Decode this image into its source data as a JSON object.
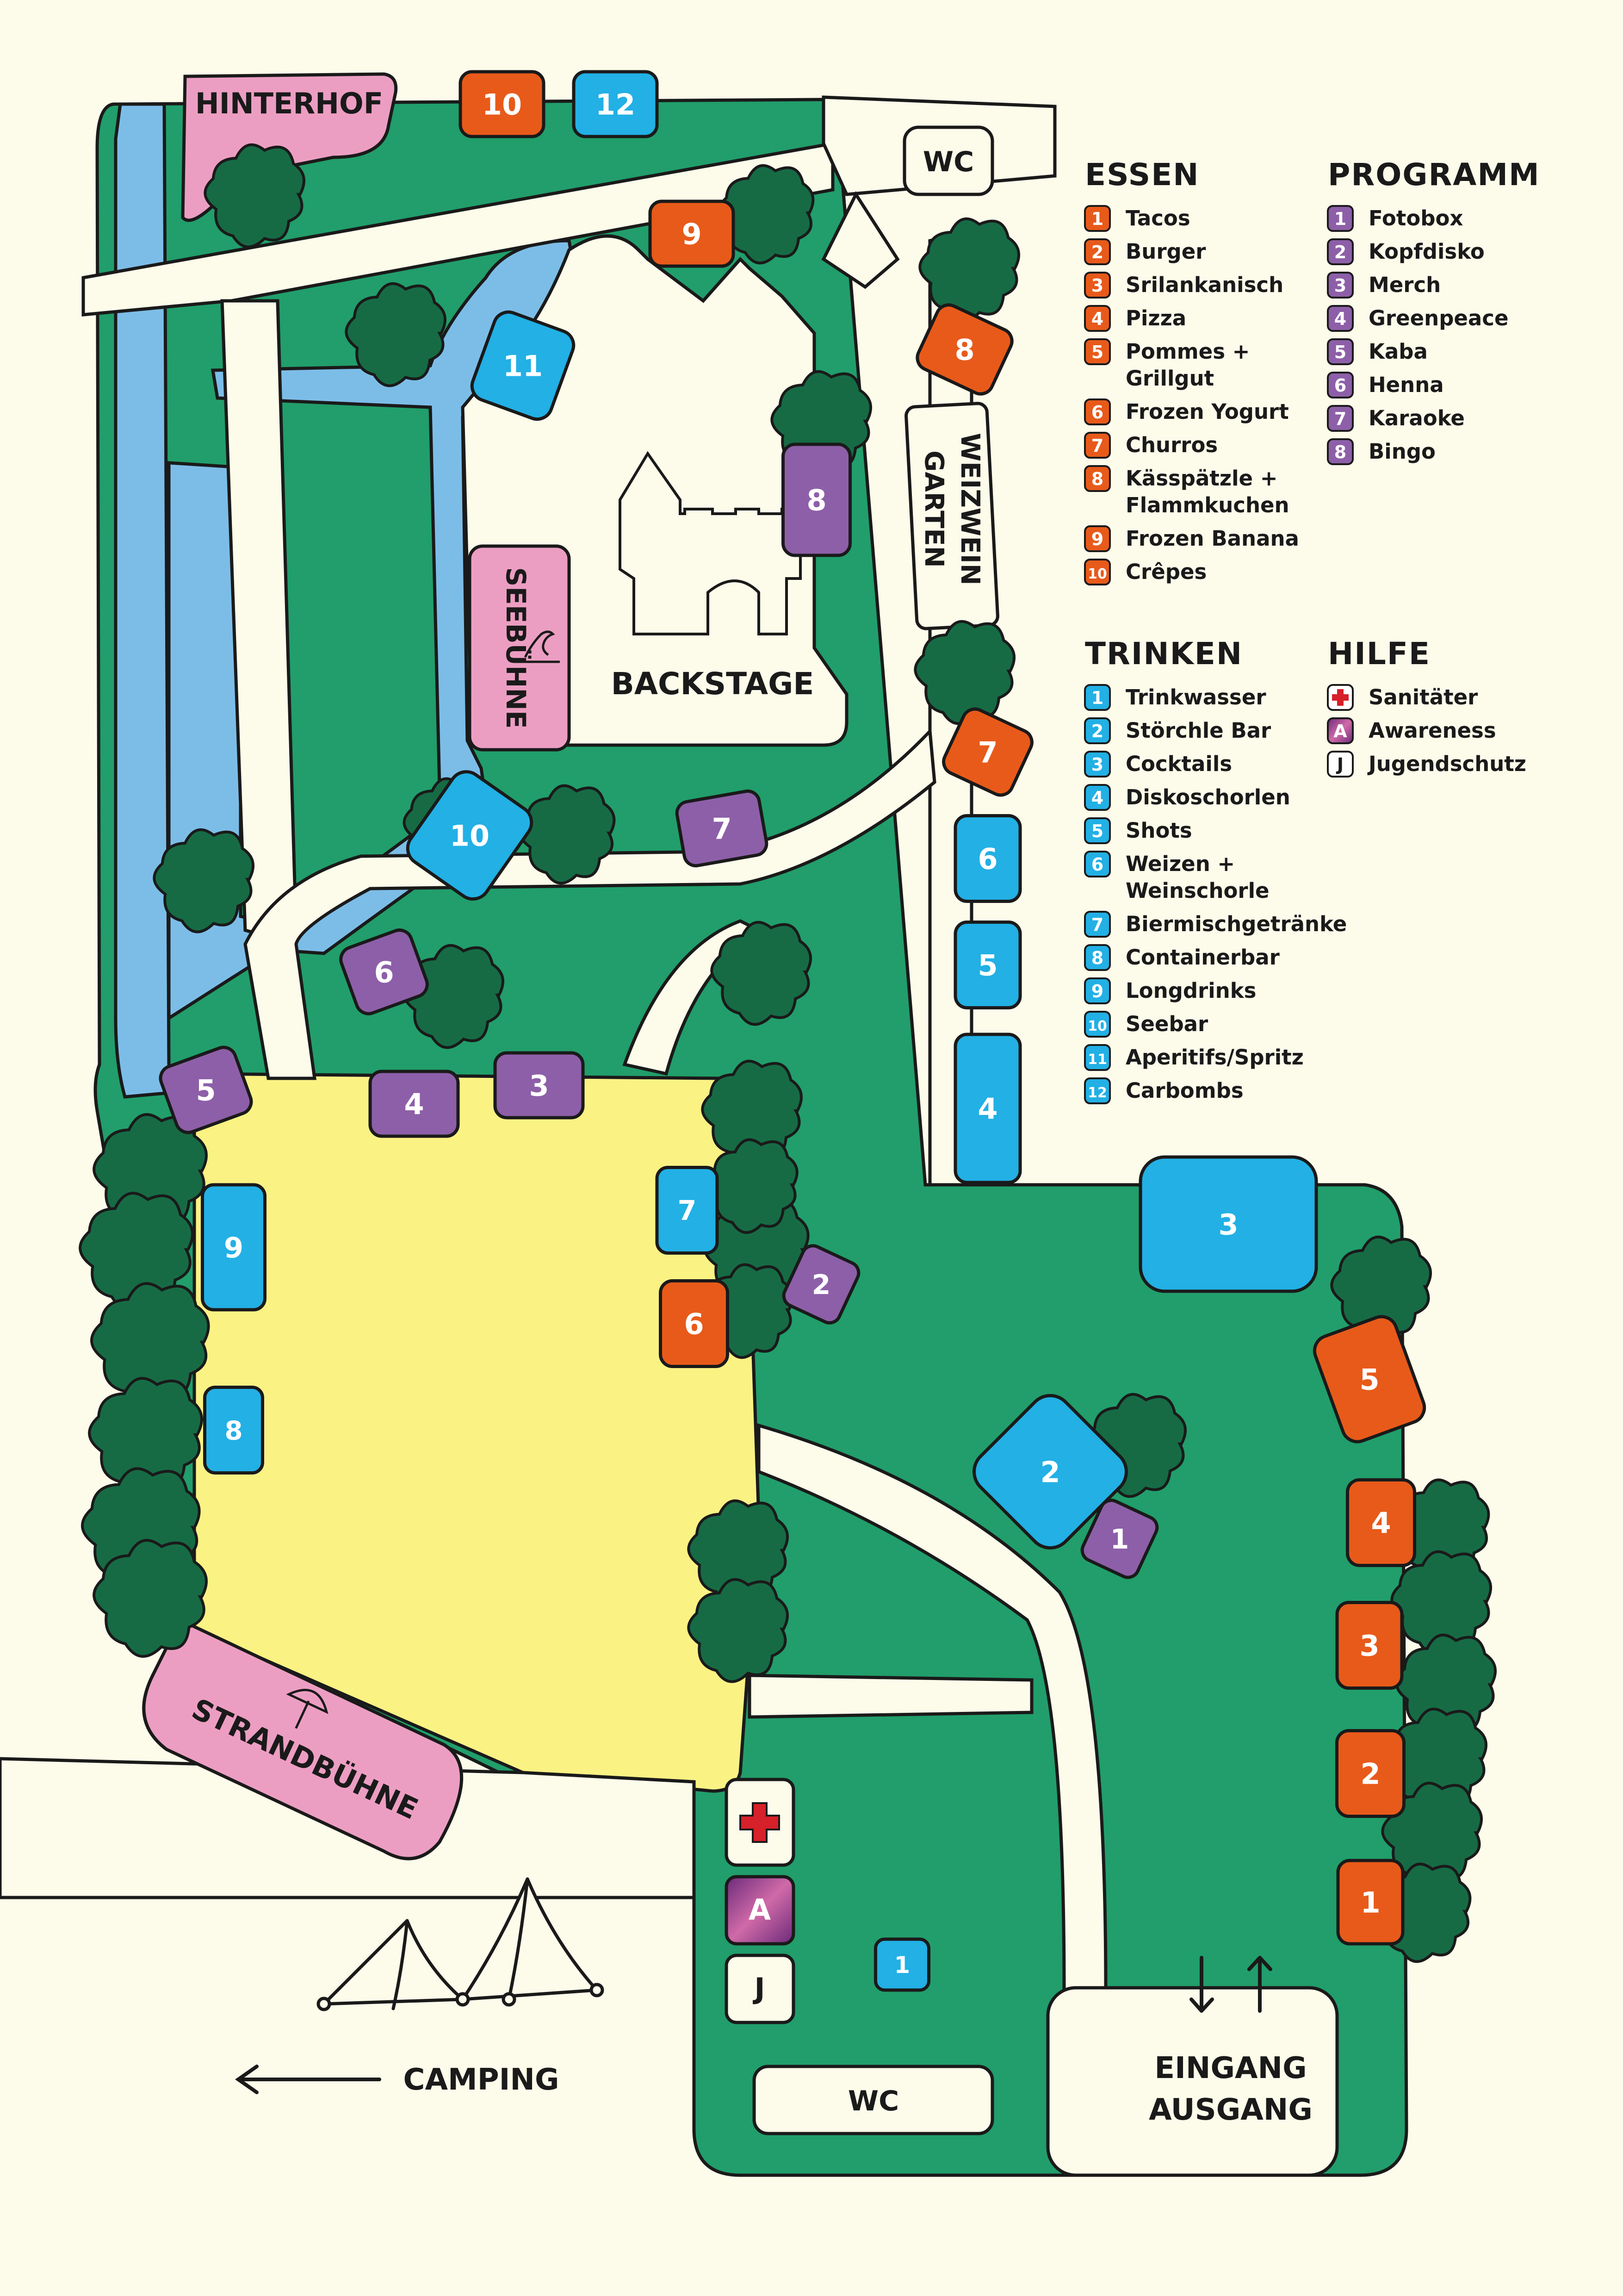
{
  "stages": {
    "hinterhof": "HINTERHOF",
    "seebuehne": "SEEBÜHNE",
    "strandbuehne": "STRANDBÜHNE",
    "backstage": "BACKSTAGE",
    "weizwein_garten": [
      "WEIZWEIN",
      "GARTEN"
    ]
  },
  "facilities": {
    "wc": "WC",
    "entrance": [
      "EINGANG",
      "AUSGANG"
    ],
    "camping": "CAMPING",
    "awareness_letter": "A",
    "jugendschutz_letter": "J"
  },
  "colors": {
    "background": "#FDFBEA",
    "grass": "#219E6B",
    "water": "#7CBDE8",
    "path": "#FDFBEA",
    "sand": "#FBF284",
    "stage": "#EC9EC2",
    "tree": "#166B45",
    "essen": "#E85A1A",
    "trinken": "#22B0E5",
    "programm": "#8D5FA8"
  },
  "legend": {
    "essen": {
      "title": "ESSEN",
      "items": [
        "Tacos",
        "Burger",
        "Srilankanisch",
        "Pizza",
        "Pommes +\nGrillgut",
        "Frozen Yogurt",
        "Churros",
        "Kässpätzle +\nFlammkuchen",
        "Frozen Banana",
        "Crêpes"
      ]
    },
    "programm": {
      "title": "PROGRAMM",
      "items": [
        "Fotobox",
        "Kopfdisko",
        "Merch",
        "Greenpeace",
        "Kaba",
        "Henna",
        "Karaoke",
        "Bingo"
      ]
    },
    "trinken": {
      "title": "TRINKEN",
      "items": [
        "Trinkwasser",
        "Störchle Bar",
        "Cocktails",
        "Diskoschorlen",
        "Shots",
        "Weizen +\nWeinschorle",
        "Biermischgetränke",
        "Containerbar",
        "Longdrinks",
        "Seebar",
        "Aperitifs/Spritz",
        "Carbombs"
      ]
    },
    "hilfe": {
      "title": "HILFE",
      "items": [
        {
          "icon": "red-cross-icon",
          "label": "Sanitäter"
        },
        {
          "icon": "A",
          "label": "Awareness"
        },
        {
          "icon": "J",
          "label": "Jugendschutz"
        }
      ]
    }
  },
  "markers": [
    {
      "cat": "essen",
      "n": "10"
    },
    {
      "cat": "trinken",
      "n": "12"
    },
    {
      "cat": "essen",
      "n": "9"
    },
    {
      "cat": "essen",
      "n": "8"
    },
    {
      "cat": "trinken",
      "n": "11"
    },
    {
      "cat": "programm",
      "n": "8"
    },
    {
      "cat": "essen",
      "n": "7"
    },
    {
      "cat": "trinken",
      "n": "10"
    },
    {
      "cat": "programm",
      "n": "7"
    },
    {
      "cat": "trinken",
      "n": "6"
    },
    {
      "cat": "programm",
      "n": "6"
    },
    {
      "cat": "trinken",
      "n": "5"
    },
    {
      "cat": "programm",
      "n": "5"
    },
    {
      "cat": "programm",
      "n": "4"
    },
    {
      "cat": "programm",
      "n": "3"
    },
    {
      "cat": "trinken",
      "n": "4"
    },
    {
      "cat": "trinken",
      "n": "9"
    },
    {
      "cat": "trinken",
      "n": "7"
    },
    {
      "cat": "programm",
      "n": "2"
    },
    {
      "cat": "essen",
      "n": "6"
    },
    {
      "cat": "trinken",
      "n": "3"
    },
    {
      "cat": "essen",
      "n": "5"
    },
    {
      "cat": "trinken",
      "n": "8"
    },
    {
      "cat": "trinken",
      "n": "2"
    },
    {
      "cat": "programm",
      "n": "1"
    },
    {
      "cat": "essen",
      "n": "4"
    },
    {
      "cat": "essen",
      "n": "3"
    },
    {
      "cat": "essen",
      "n": "2"
    },
    {
      "cat": "essen",
      "n": "1"
    },
    {
      "cat": "trinken",
      "n": "1"
    }
  ]
}
